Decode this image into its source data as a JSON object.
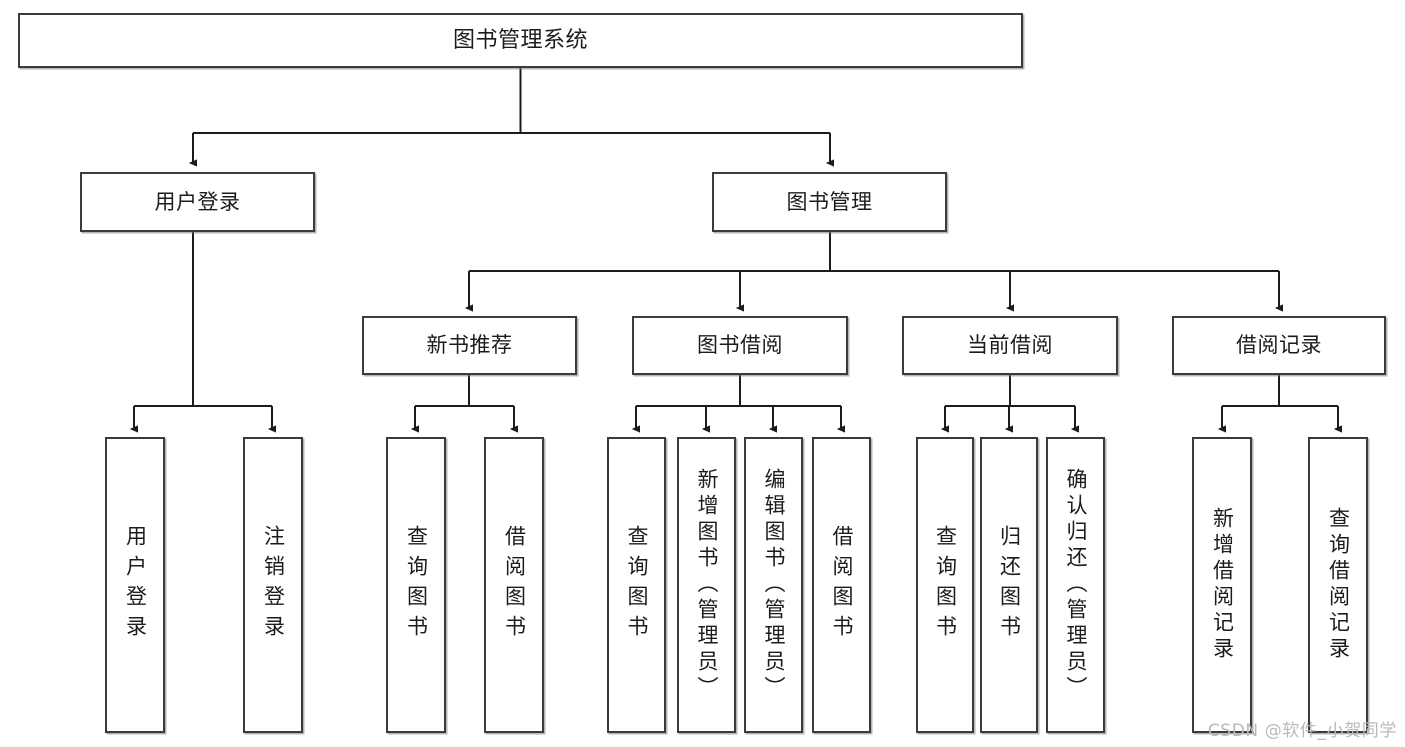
{
  "diagram": {
    "title": "图书管理系统",
    "type": "tree",
    "colors": {
      "box_border": "#3b3b3b",
      "box_fill": "#ffffff",
      "edge": "#1c1c1c",
      "text": "#1c1c1c",
      "watermark": "#b9b9b9",
      "background": "#ffffff"
    },
    "root": {
      "label": "图书管理系统"
    },
    "level2": [
      {
        "label": "用户登录"
      },
      {
        "label": "图书管理"
      }
    ],
    "level3": [
      {
        "label": "新书推荐"
      },
      {
        "label": "图书借阅"
      },
      {
        "label": "当前借阅"
      },
      {
        "label": "借阅记录"
      }
    ],
    "leaves": {
      "user_login": [
        {
          "label": "用户登录"
        },
        {
          "label": "注销登录"
        }
      ],
      "new_book": [
        {
          "label": "查询图书"
        },
        {
          "label": "借阅图书"
        }
      ],
      "book_borrow": [
        {
          "label": "查询图书"
        },
        {
          "label": "新增图书（管理员）"
        },
        {
          "label": "编辑图书（管理员）"
        },
        {
          "label": "借阅图书"
        }
      ],
      "current_borrow": [
        {
          "label": "查询图书"
        },
        {
          "label": "归还图书"
        },
        {
          "label": "确认归还（管理员）"
        }
      ],
      "borrow_record": [
        {
          "label": "新增借阅记录"
        },
        {
          "label": "查询借阅记录"
        }
      ]
    }
  },
  "watermark": {
    "text": "CSDN @软件_小贺同学"
  }
}
